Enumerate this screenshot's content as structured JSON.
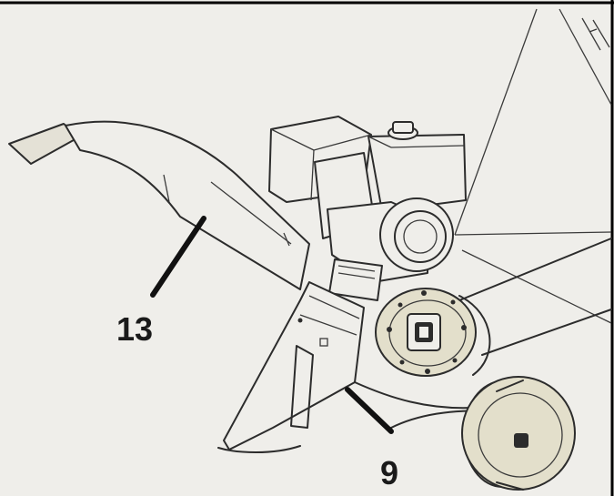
{
  "callouts": [
    {
      "id": "13",
      "label": "13"
    },
    {
      "id": "9",
      "label": "9"
    }
  ],
  "colors": {
    "paper": "#efeeea",
    "line": "#2c2c2c",
    "wheel": "#e3dfcb",
    "border": "#000000"
  }
}
